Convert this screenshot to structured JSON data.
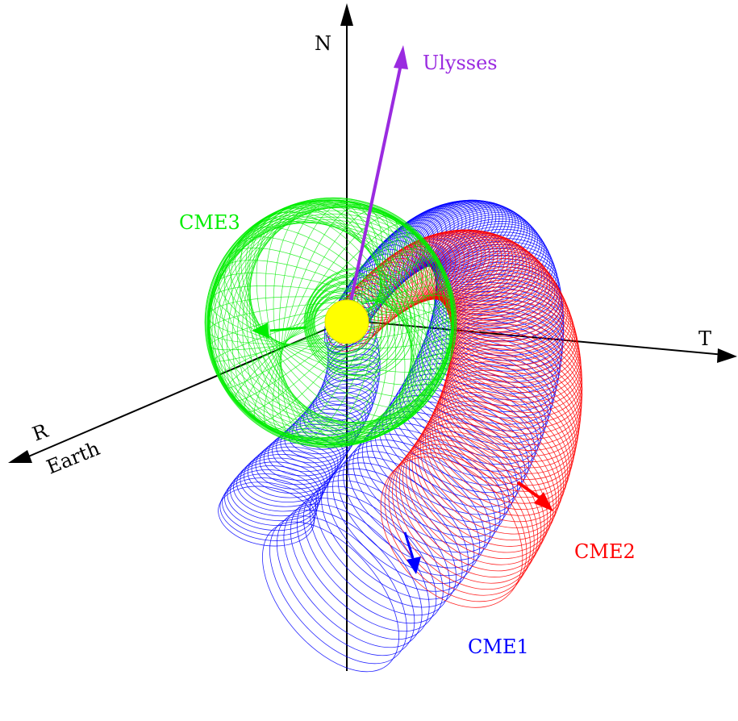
{
  "axes": {
    "north": "N",
    "transverse": "T",
    "radial": "R",
    "earth": "Earth",
    "axis_color": "#000000"
  },
  "spacecraft": {
    "label": "Ulysses",
    "color": "#9a2be0"
  },
  "sun": {
    "fill": "#ffff00",
    "stroke": "#e0e000"
  },
  "cmes": [
    {
      "id": "cme1",
      "label": "CME1",
      "color": "#0000ff"
    },
    {
      "id": "cme2",
      "label": "CME2",
      "color": "#ff0000"
    },
    {
      "id": "cme3",
      "label": "CME3",
      "color": "#00ee00"
    }
  ]
}
